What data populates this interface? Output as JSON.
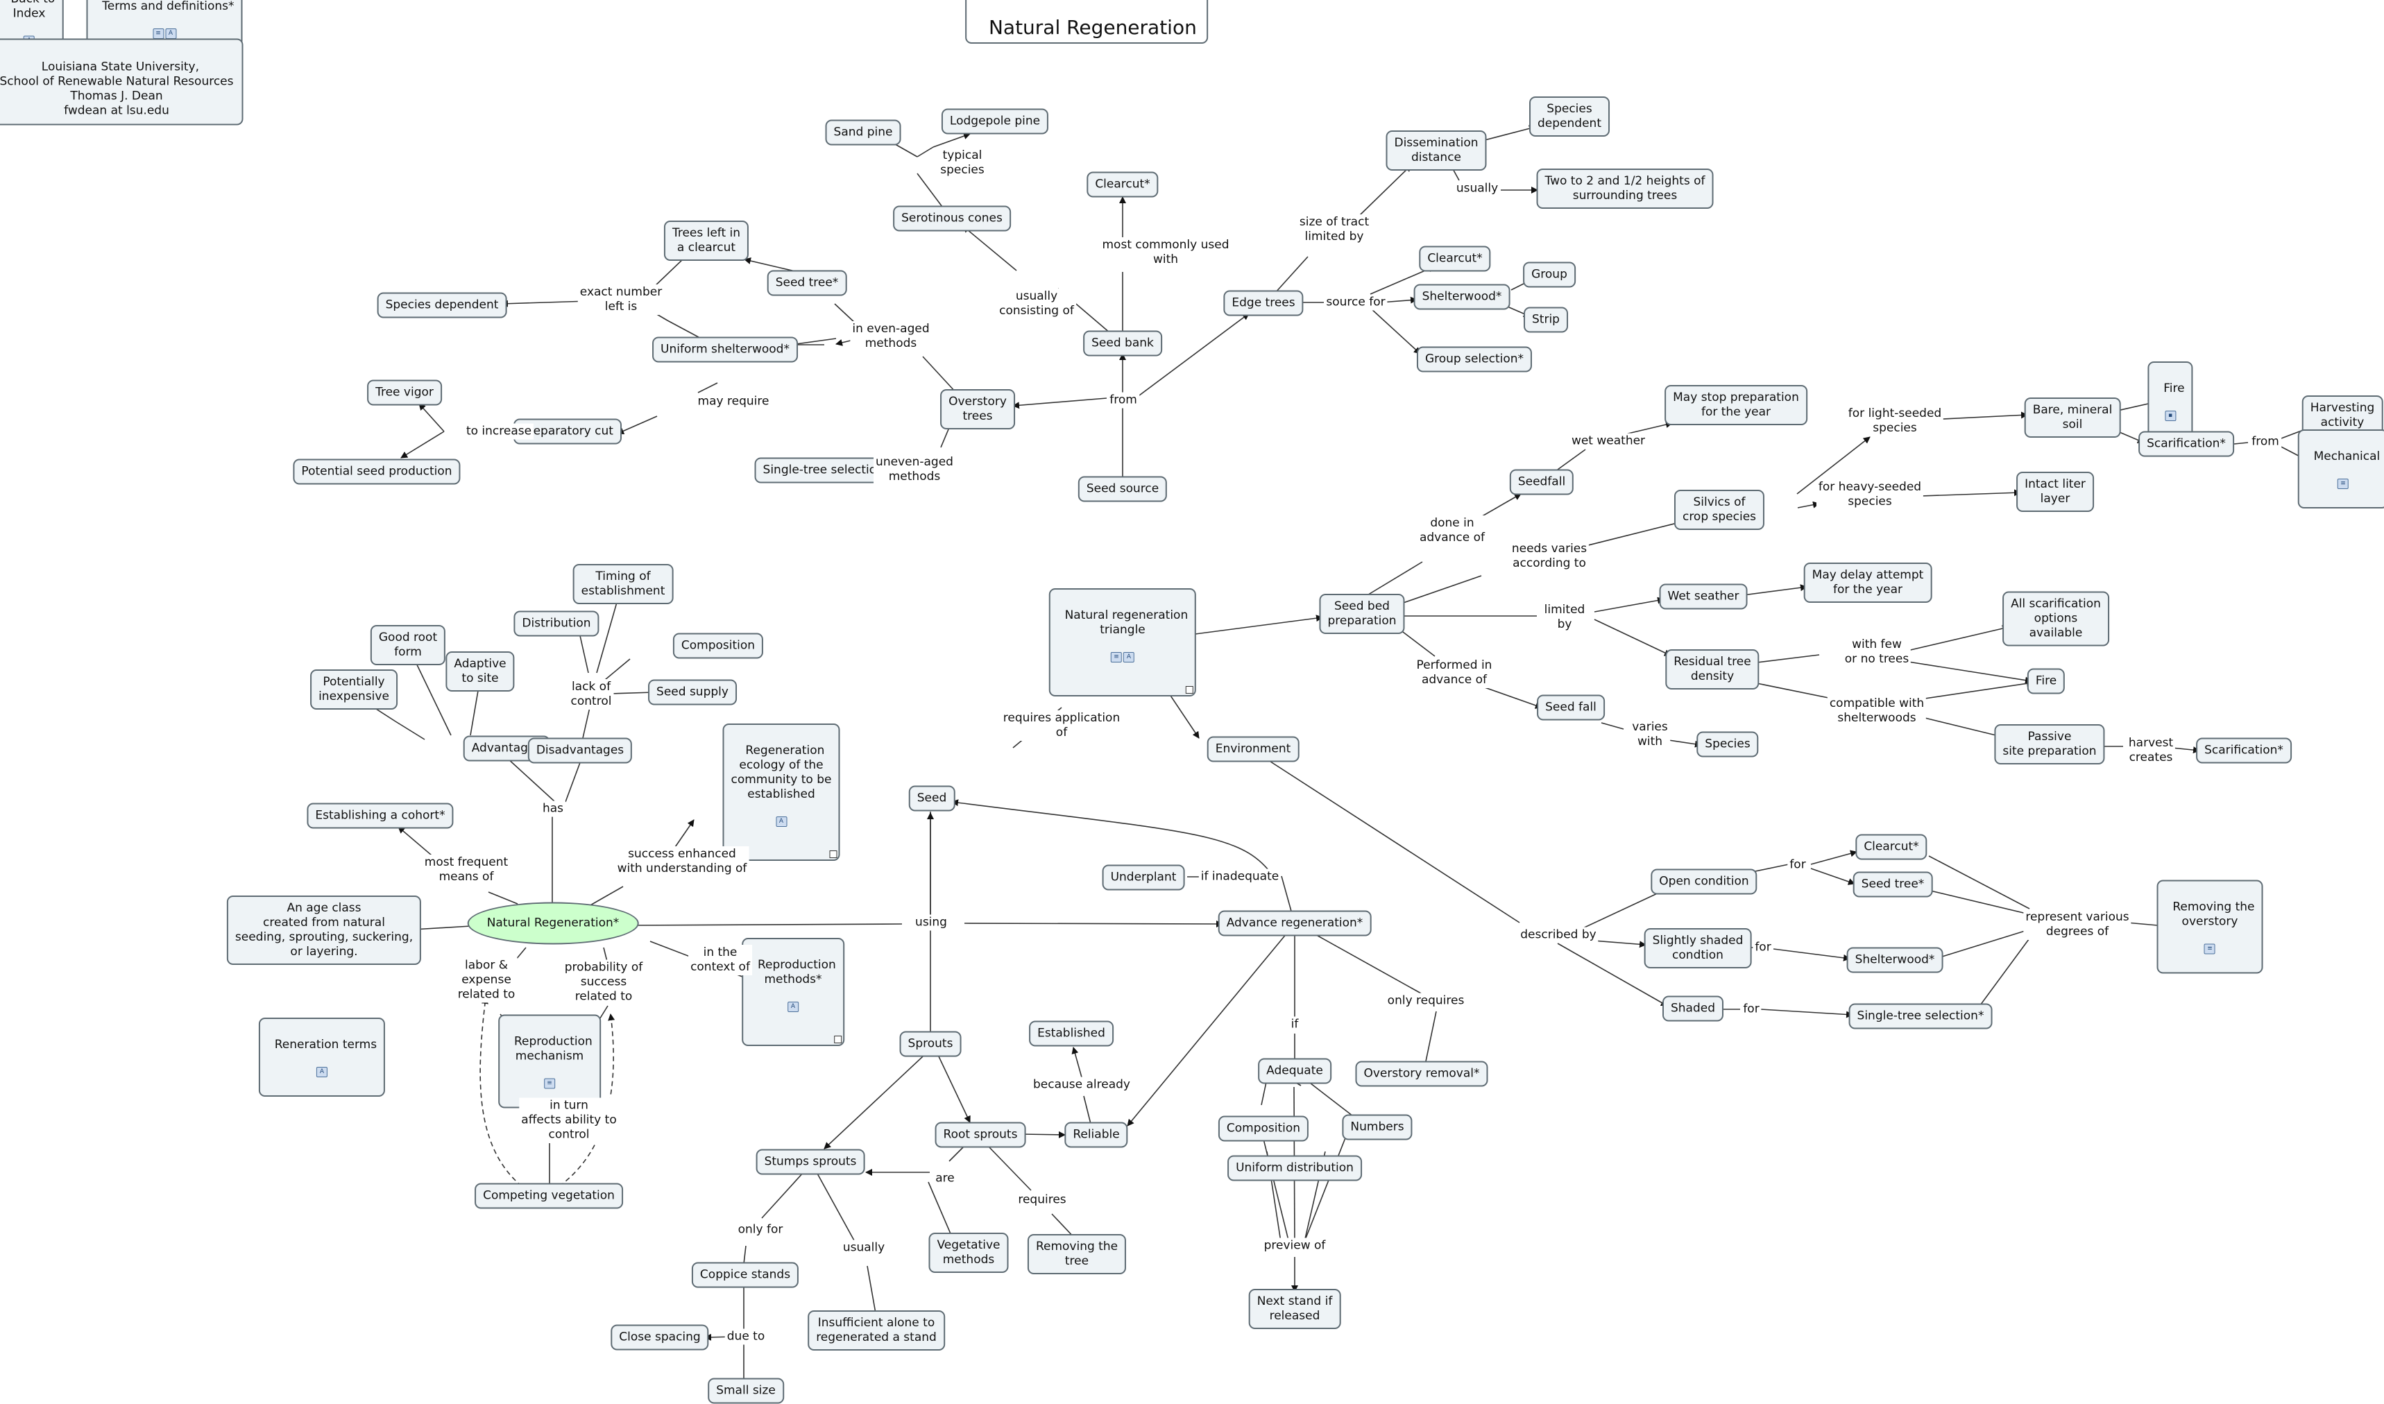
{
  "title": "Natural Regeneration",
  "header": {
    "back_label": "Back to\nIndex",
    "terms_label": "Terms and definitions*",
    "credits": "Louisiana State University,\nSchool of Renewable Natural Resources\nThomas J. Dean\nfwdean at lsu.edu"
  },
  "nodes": {
    "sand_pine": "Sand pine",
    "lodgepole_pine": "Lodgepole pine",
    "clearcut_top": "Clearcut*",
    "dissemination": "Dissemination\ndistance",
    "species_dep_top": "Species\ndependent",
    "two_heights": "Two to 2 and 1/2 heights of\nsurrounding trees",
    "trees_left": "Trees left in\na clearcut",
    "serotinous": "Serotinous cones",
    "seed_tree_top": "Seed tree*",
    "species_dep_left": "Species dependent",
    "edge_trees": "Edge trees",
    "clearcut_edge": "Clearcut*",
    "group": "Group",
    "shelterwood_edge": "Shelterwood*",
    "strip": "Strip",
    "group_selection": "Group selection*",
    "uniform_shelterwood": "Uniform shelterwood*",
    "seed_bank": "Seed bank",
    "tree_vigor": "Tree vigor",
    "preparatory_cut": "Preparatory cut",
    "potential_seed": "Potential seed production",
    "overstory_trees": "Overstory\ntrees",
    "single_tree_top": "Single-tree selection*",
    "may_stop": "May stop preparation\nfor the year",
    "bare_soil": "Bare, mineral\nsoil",
    "fire_top": "Fire",
    "harvesting": "Harvesting\nactivity",
    "scarification_top": "Scarification*",
    "mechanical": "Mechanical",
    "seed_source": "Seed source",
    "seedfall": "Seedfall",
    "silvics": "Silvics of\ncrop species",
    "intact_litter": "Intact liter\nlayer",
    "timing": "Timing of\nestablishment",
    "distribution": "Distribution",
    "composition_top": "Composition",
    "good_root": "Good root\nform",
    "adaptive": "Adaptive\nto site",
    "seed_supply": "Seed supply",
    "potentially_inexp": "Potentially\ninexpensive",
    "advantages": "Advantages",
    "disadvantages": "Disadvantages",
    "nr_triangle": "Natural regeneration\ntriangle",
    "seed_bed_prep": "Seed bed\npreparation",
    "wet_seather": "Wet seather",
    "may_delay": "May delay attempt\nfor the year",
    "all_scarification": "All scarification\noptions\navailable",
    "residual_density": "Residual tree\ndensity",
    "fire_mid": "Fire",
    "regen_ecology": "Regeneration\necology of the\ncommunity to be\nestablished",
    "environment": "Environment",
    "seed_fall": "Seed fall",
    "species": "Species",
    "passive_prep": "Passive\nsite preparation",
    "scarification_bottom": "Scarification*",
    "establishing_cohort": "Establishing a cohort*",
    "seed": "Seed",
    "clearcut_low": "Clearcut*",
    "underplant": "Underplant",
    "open_condition": "Open condition",
    "seed_tree_low": "Seed tree*",
    "removing_overstory": "Removing the\noverstory",
    "age_class": "An age class\ncreated from natural\nseeding, sprouting, suckering,\nor layering.",
    "natural_regen": "Natural Regeneration*",
    "advance_regen": "Advance regeneration*",
    "slightly_shaded": "Slightly shaded\ncondtion",
    "shelterwood_low": "Shelterwood*",
    "reproduction_methods": "Reproduction\nmethods*",
    "shaded": "Shaded",
    "single_tree_low": "Single-tree selection*",
    "established": "Established",
    "reneration_terms": "Reneration terms",
    "sprouts": "Sprouts",
    "reproduction_mech": "Reproduction\nmechanism",
    "adequate": "Adequate",
    "overstory_removal": "Overstory removal*",
    "composition_low": "Composition",
    "numbers": "Numbers",
    "root_sprouts": "Root sprouts",
    "reliable": "Reliable",
    "stumps_sprouts": "Stumps sprouts",
    "uniform_distribution": "Uniform distribution",
    "competing_veg": "Competing vegetation",
    "vegetative_methods": "Vegetative\nmethods",
    "removing_tree": "Removing the\ntree",
    "coppice": "Coppice stands",
    "next_stand": "Next stand if\nreleased",
    "close_spacing": "Close spacing",
    "insufficient": "Insufficient alone to\nregenerated a stand",
    "small_size": "Small size"
  },
  "links": {
    "typical_species": "typical\nspecies",
    "most_commonly": "most commonly used\nwith",
    "size_of_tract": "size of tract\nlimited by",
    "usually_top": "usually",
    "exact_number": "exact number\nleft is",
    "usually_consisting": "usually\nconsisting of",
    "source_for": "source for",
    "in_even_aged": "in even-aged\nmethods",
    "may_require": "may require",
    "to_increase": "to increase",
    "from_main": "from",
    "uneven_aged": "uneven-aged\nmethods",
    "wet_weather": "wet weather",
    "for_light": "for light-seeded\nspecies",
    "from_scar": "from",
    "for_heavy": "for heavy-seeded\nspecies",
    "done_in_advance": "done in\nadvance of",
    "needs_varies": "needs varies\naccording to",
    "lack_of_control": "lack of\ncontrol",
    "limited_by": "limited\nby",
    "with_few": "with few\nor no trees",
    "performed_in": "Performed in\nadvance of",
    "compatible_with": "compatible with\nshelterwoods",
    "requires_application": "requires application\nof",
    "varies_with": "varies\nwith",
    "harvest_creates": "harvest\ncreates",
    "has": "has",
    "success_enhanced": "success enhanced\nwith understanding of",
    "most_frequent": "most frequent\nmeans of",
    "if_inadequate": "if inadequate",
    "for_open": "for",
    "represent_various": "represent various\ndegrees of",
    "using": "using",
    "described_by": "described by",
    "for_slight": "for",
    "labor_expense": "labor &\nexpense\nrelated to",
    "probability": "probability of\nsuccess\nrelated to",
    "in_the_context": "in the\ncontext of",
    "only_requires": "only requires",
    "for_shaded": "for",
    "if_label": "if",
    "because_already": "because already",
    "in_turn": "in turn\naffects ability to\ncontrol",
    "are": "are",
    "requires": "requires",
    "only_for": "only for",
    "usually_low": "usually",
    "preview_of": "preview of",
    "due_to": "due to"
  }
}
